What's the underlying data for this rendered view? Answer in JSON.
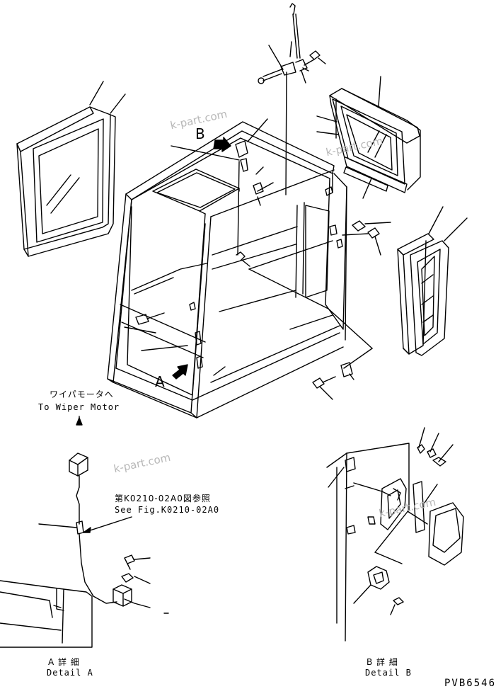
{
  "callouts": {
    "detail_a_marker": "A",
    "detail_b_marker": "B"
  },
  "wiper": {
    "jp": "ワイパモータへ",
    "en": "To Wiper Motor"
  },
  "see_fig": {
    "jp": "第K0210-02A0図参照",
    "en": "See Fig.K0210-02A0"
  },
  "detail_a": {
    "jp": "A 詳 細",
    "en": "Detail A"
  },
  "detail_b": {
    "jp": "B 詳 細",
    "en": "Detail B"
  },
  "watermark": "k-part.com",
  "drawing_code": "PVB6546"
}
